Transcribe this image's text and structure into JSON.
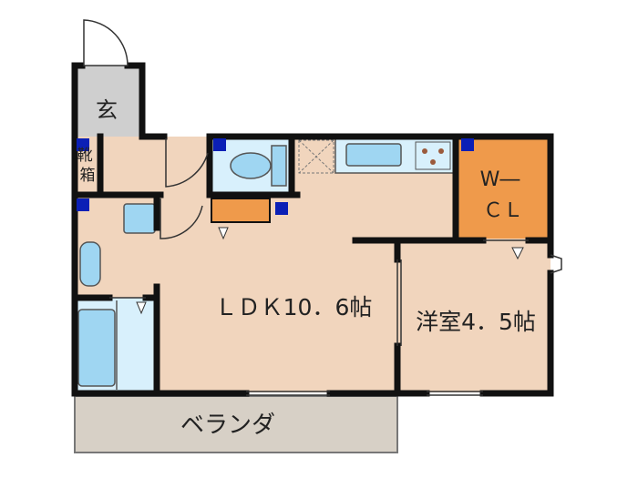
{
  "floorplan": {
    "rooms": {
      "entrance": "玄",
      "shoe_box": "靴\n箱",
      "walk_in_closet": "W―\nＣＬ",
      "ldk": "ＬＤＫ10．6帖",
      "western_room": "洋室4．5帖",
      "balcony": "ベランダ"
    },
    "colors": {
      "floor": "#f1d5bd",
      "wet_area": "#d8f0fc",
      "fixture": "#9fd6f2",
      "entrance": "#cfcfcf",
      "balcony": "#d7d0c6",
      "closet": "#ef9a4b",
      "wall": "#111111",
      "column": "#0b1fb6"
    }
  }
}
